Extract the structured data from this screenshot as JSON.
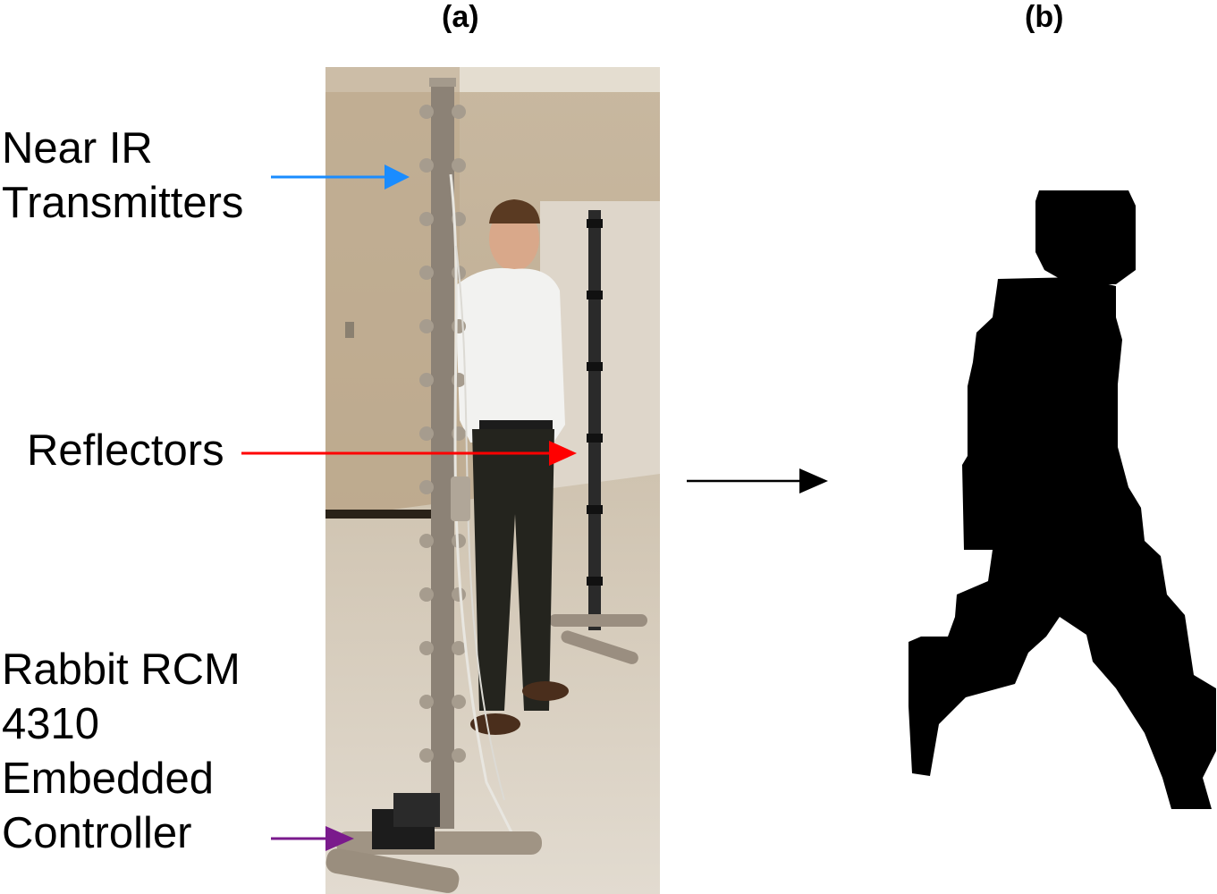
{
  "panels": {
    "a": "(a)",
    "b": "(b)"
  },
  "callouts": {
    "transmitters": [
      "Near IR",
      "Transmitters"
    ],
    "reflectors": "Reflectors",
    "controller": [
      "Rabbit RCM",
      "4310",
      "Embedded",
      "Controller"
    ]
  },
  "colors": {
    "transmitters_arrow": "#1a8cff",
    "reflectors_arrow": "#ff0000",
    "controller_arrow": "#7a1a8c",
    "flow_arrow": "#000000",
    "silhouette": "#000000"
  }
}
